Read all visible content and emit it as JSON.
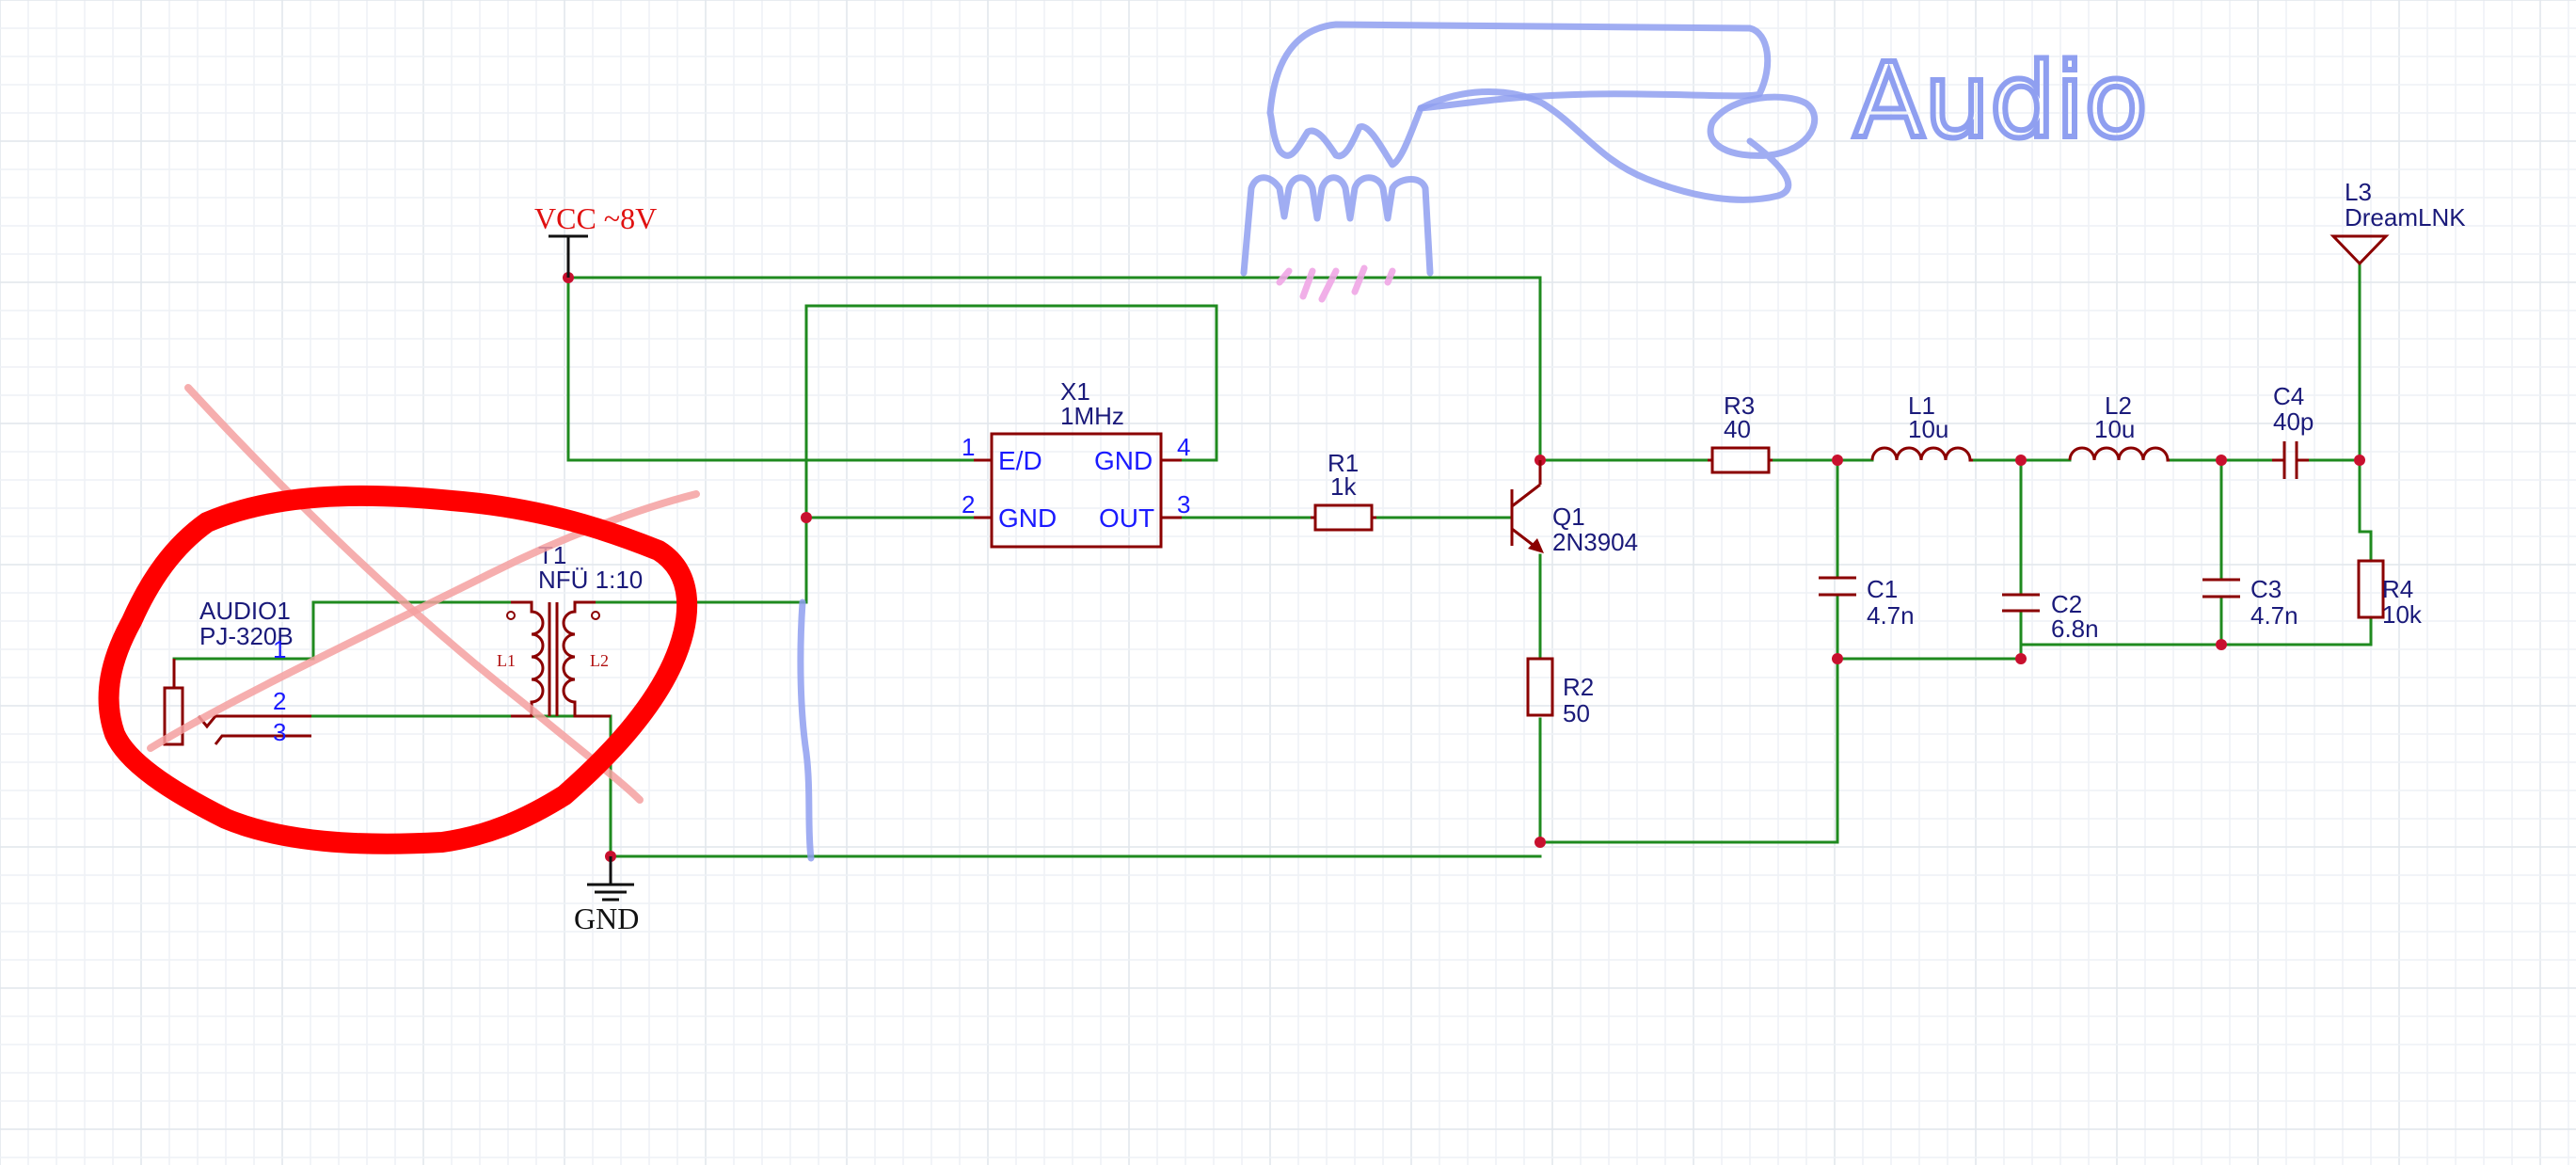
{
  "power": {
    "vcc_label": "VCC ~8V",
    "gnd_label": "GND"
  },
  "audio_jack": {
    "ref": "AUDIO1",
    "value": "PJ-320B",
    "pins": [
      "1",
      "2",
      "3"
    ]
  },
  "transformer": {
    "ref": "T1",
    "value": "NFÜ 1:10",
    "coil_left": "L1",
    "coil_right": "L2"
  },
  "oscillator": {
    "ref": "X1",
    "value": "1MHz",
    "pins": [
      {
        "num": "1",
        "name": "E/D"
      },
      {
        "num": "2",
        "name": "GND"
      },
      {
        "num": "3",
        "name": "OUT"
      },
      {
        "num": "4",
        "name": "GND"
      }
    ]
  },
  "components": {
    "r1": {
      "ref": "R1",
      "value": "1k"
    },
    "r2": {
      "ref": "R2",
      "value": "50"
    },
    "r3": {
      "ref": "R3",
      "value": "40"
    },
    "r4": {
      "ref": "R4",
      "value": "10k"
    },
    "q1": {
      "ref": "Q1",
      "value": "2N3904"
    },
    "l1": {
      "ref": "L1",
      "value": "10u"
    },
    "l2": {
      "ref": "L2",
      "value": "10u"
    },
    "c1": {
      "ref": "C1",
      "value": "4.7n"
    },
    "c2": {
      "ref": "C2",
      "value": "6.8n"
    },
    "c3": {
      "ref": "C3",
      "value": "4.7n"
    },
    "c4": {
      "ref": "C4",
      "value": "40p"
    },
    "l3": {
      "ref": "L3",
      "value": "DreamLNK"
    }
  },
  "annotation": {
    "handwritten": "Audio"
  },
  "colors": {
    "wire": "#1f8a1f",
    "symbol": "#8b0000",
    "junction": "#c8102e",
    "designator": "#1a1a7a",
    "pin_text": "#1a1aff",
    "ink_blue": "#8f9ff0",
    "ink_red": "#ff0000",
    "ink_pink": "#f4a0a0"
  }
}
